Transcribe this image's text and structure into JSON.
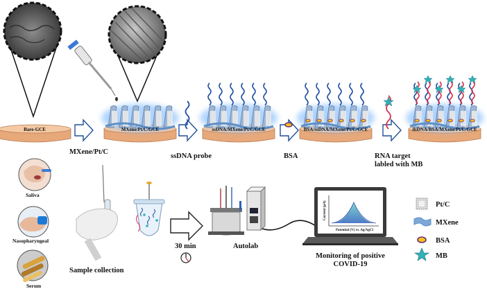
{
  "steps": {
    "electrodes": {
      "bare": "Bare-GCE",
      "mxene": "MXene/Pt/C/GCE",
      "ssdna": "ssDNA/MXene/Pt/C/GCE",
      "bsa": "BSA/ssDNA/MXene/Pt/C/GCE",
      "ds": "dsDNA/BSA/MXene/Pt/C/GCE"
    },
    "captions": {
      "mxene": "MXene/Pt/C",
      "probe": "ssDNA probe",
      "bsa": "BSA",
      "rna": "RNA target\nlabled with MB"
    }
  },
  "samples": {
    "items": [
      "Saliva",
      "Nasopharyngeal",
      "Serum"
    ],
    "collection": "Sample collection",
    "time": "30 min",
    "instrument": "Autolab",
    "monitor": "Monitoring of positive\nCOVID-19",
    "plot": {
      "ylabel": "Current (µA)",
      "xlabel": "Potential (V) vs. Ag/AgCl"
    }
  },
  "legend": [
    "Pt/C",
    "MXene",
    "BSA",
    "MB"
  ],
  "colors": {
    "electrode": "#f4c9a4",
    "mxene": "#5c8fc7",
    "ssdna": "#1e4fa3",
    "rna": "#d6334d",
    "mb": "#33b0b8",
    "bsa": "#f2c31a"
  }
}
